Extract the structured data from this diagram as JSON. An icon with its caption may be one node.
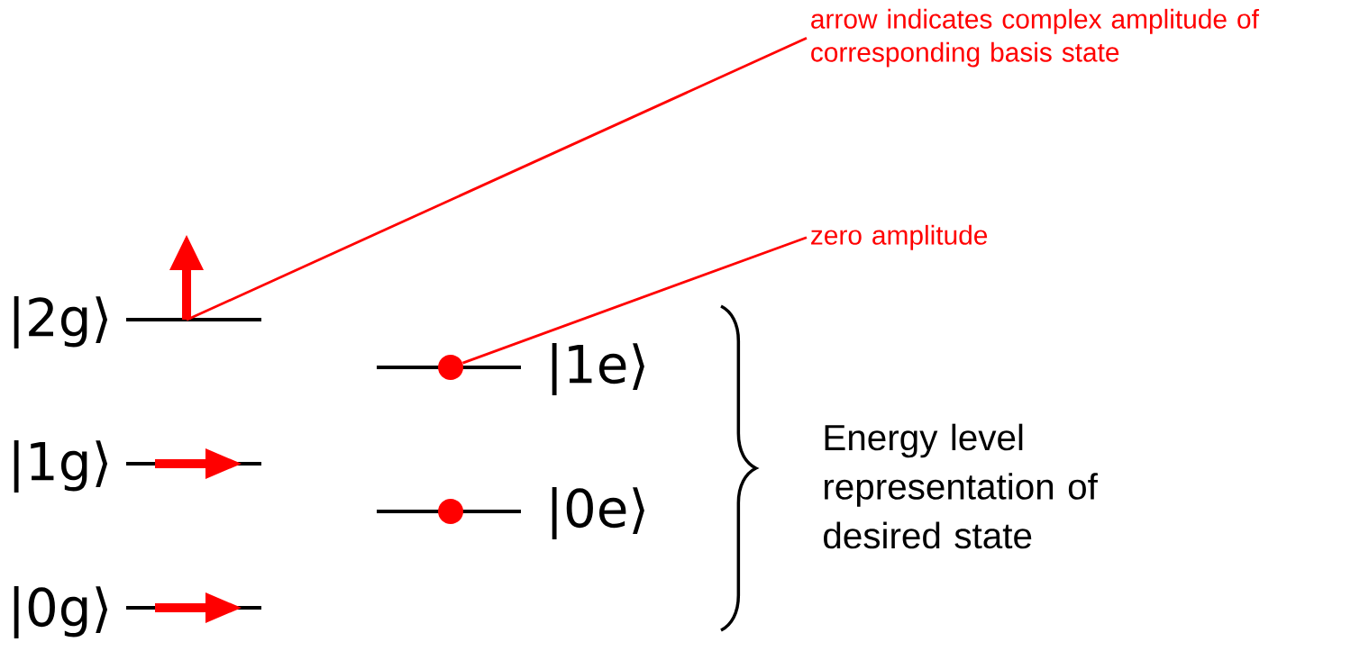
{
  "diagram": {
    "nodes": [
      {
        "text": [
          "arrow indicates complex amplitude of corresponding basis state"
        ]
      },
      {
        "text": [
          "zero amplitude"
        ]
      },
      {
        "text": [],
        "shape": "arrow"
      },
      {
        "text": [],
        "shape": "circle"
      },
      {
        "text": [],
        "shape": "circle"
      },
      {
        "text": [],
        "shape": "arrow"
      },
      {
        "text": [],
        "shape": "arrow"
      }
    ],
    "edges": [
      {
        "from": 0,
        "to": 2,
        "arrow": "none"
      },
      {
        "from": 1,
        "to": 3,
        "arrow": "none"
      }
    ],
    "labels": [
      "|2g⟩",
      "|1g⟩",
      "|0g⟩",
      "|1e⟩",
      "|0e⟩",
      "Energy level representation of desired state"
    ]
  }
}
